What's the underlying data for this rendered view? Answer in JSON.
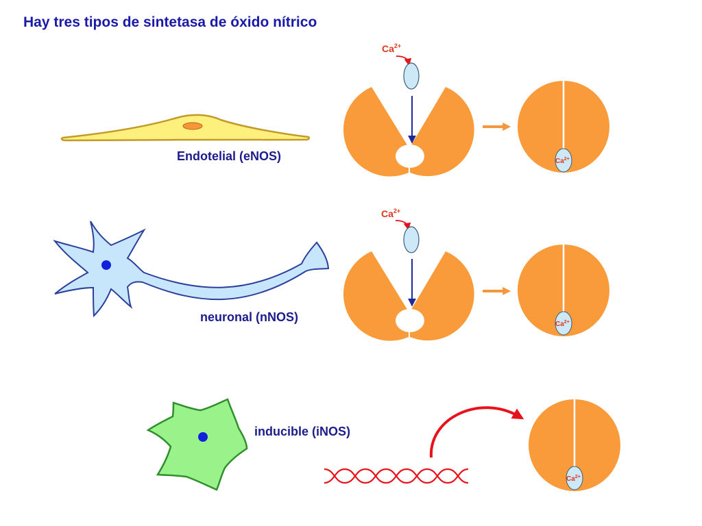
{
  "title": "Hay tres tipos de sintetasa de óxido nítrico",
  "rows": [
    {
      "label": "Endotelial (eNOS)",
      "ion_label": "Ca",
      "ion_charge": "2+",
      "bound_ion_label": "Ca",
      "bound_ion_charge": "2+"
    },
    {
      "label": "neuronal (nNOS)",
      "ion_label": "Ca",
      "ion_charge": "2+",
      "bound_ion_label": "Ca",
      "bound_ion_charge": "2+"
    },
    {
      "label": "inducible (iNOS)",
      "bound_ion_label": "Ca",
      "bound_ion_charge": "2+"
    }
  ],
  "colors": {
    "title": "#1a1aa8",
    "label": "#1c1c8c",
    "enzyme": "#f99b3a",
    "ion_fill": "#cde8f7",
    "ion_stroke": "#3c5d7a",
    "ion_text": "#e0361d",
    "arrow_red": "#e8121b",
    "arrow_blue": "#1c2a9c",
    "arrow_orange": "#f5973e",
    "endothelial_fill": "#fdf07d",
    "endothelial_stroke": "#c29a2a",
    "neuron_fill": "#c7e6fb",
    "neuron_stroke": "#2a3f9c",
    "inos_cell_fill": "#99f28a",
    "inos_cell_stroke": "#2f8f2c",
    "nucleus": "#1122dd",
    "dna": "#e8121b"
  }
}
